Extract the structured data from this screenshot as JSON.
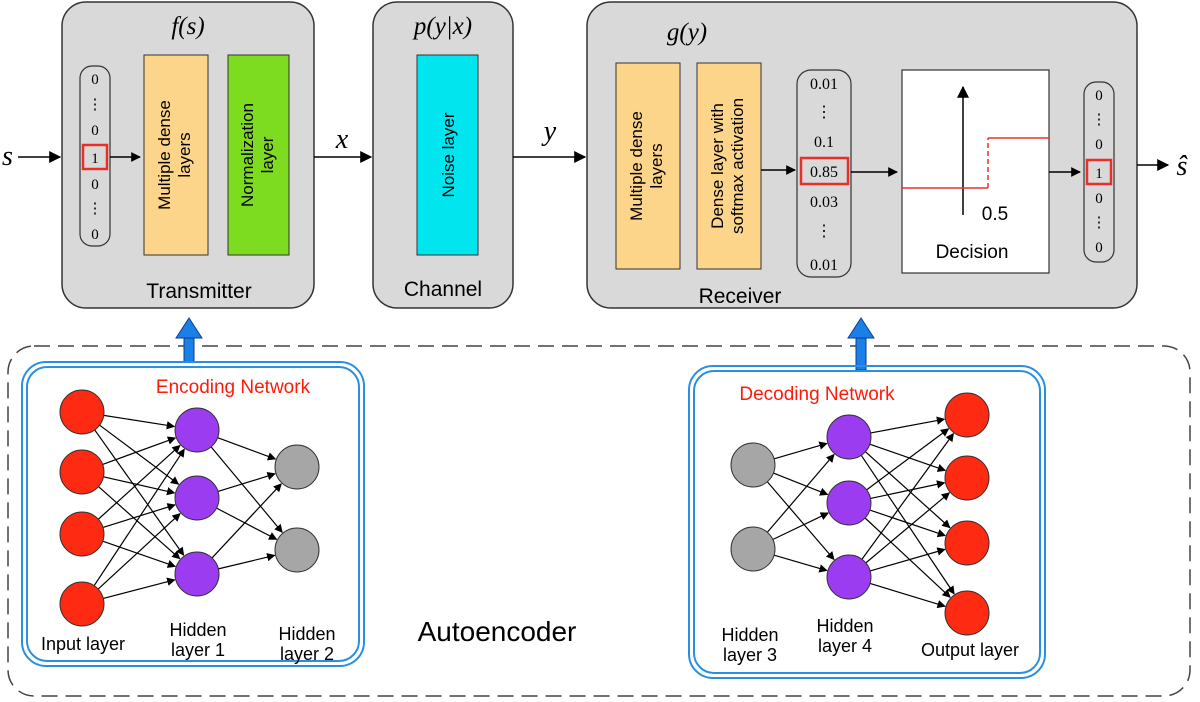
{
  "transmitter": {
    "func": "f(s)",
    "label": "Transmitter",
    "vector": [
      "0",
      "⋮",
      "0",
      "1",
      "0",
      "⋮",
      "0"
    ],
    "layer1": [
      "Multiple dense",
      "layers"
    ],
    "layer2": [
      "Normalization",
      "layer"
    ]
  },
  "channel": {
    "func": "p(y|x)",
    "label": "Channel",
    "layer": "Noise layer"
  },
  "receiver": {
    "func": "g(y)",
    "label": "Receiver",
    "layer1": [
      "Multiple dense",
      "layers"
    ],
    "layer2": [
      "Dense layer with",
      "softmax activation"
    ],
    "prob_vector": [
      "0.01",
      "⋮",
      "0.1",
      "0.85",
      "0.03",
      "⋮",
      "0.01"
    ],
    "decision_label": "Decision",
    "threshold": "0.5",
    "out_vector": [
      "0",
      "⋮",
      "0",
      "1",
      "0",
      "⋮",
      "0"
    ]
  },
  "signals": {
    "input": "s",
    "x": "x",
    "y": "y",
    "output": "ŝ"
  },
  "autoencoder": {
    "label": "Autoencoder",
    "encoder": {
      "title": "Encoding Network",
      "layers": [
        [
          "Input layer"
        ],
        [
          "Hidden",
          "layer 1"
        ],
        [
          "Hidden",
          "layer 2"
        ]
      ]
    },
    "decoder": {
      "title": "Decoding Network",
      "layers": [
        [
          "Hidden",
          "layer 3"
        ],
        [
          "Hidden",
          "layer 4"
        ],
        [
          "Output layer"
        ]
      ]
    }
  },
  "colors": {
    "block_fill": "#d9d9d9",
    "dense_fill": "#fdd58a",
    "norm_fill": "#7ddc1f",
    "noise_fill": "#00e5ee",
    "highlight": "#e8302a",
    "node_red": "#ff2a12",
    "node_purple": "#9b3cf0",
    "node_gray": "#a6a6a6",
    "frame_blue": "#2a8fe0",
    "arrow_blue": "#1a7fe8"
  }
}
